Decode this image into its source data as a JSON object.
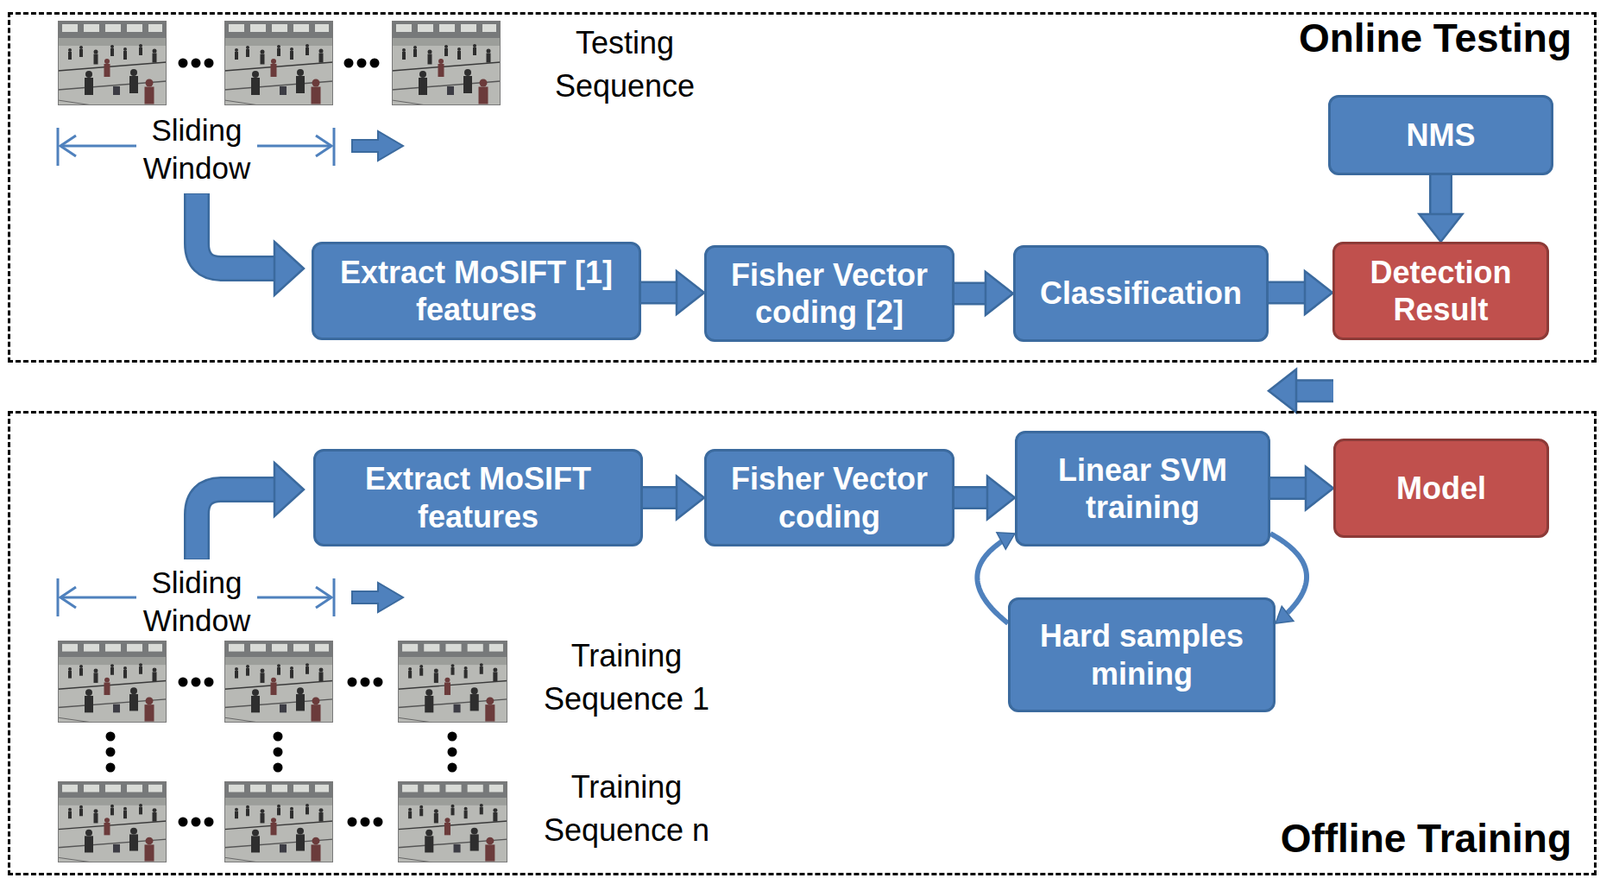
{
  "diagram": {
    "nodes": [
      {
        "text": [
          "Online Testing"
        ]
      },
      {
        "text": [
          "Extract MoSIFT [1] features"
        ],
        "in": 0
      },
      {
        "text": [
          "Fisher Vector coding [2]"
        ],
        "in": 0
      },
      {
        "text": [
          "Classification"
        ],
        "in": 0
      },
      {
        "text": [
          "NMS"
        ],
        "in": 0
      },
      {
        "text": [
          "Detection Result"
        ],
        "in": 0
      },
      {
        "text": [
          "Offline Training"
        ]
      },
      {
        "text": [
          "Extract MoSIFT features"
        ],
        "in": 6
      },
      {
        "text": [
          "Fisher Vector coding"
        ],
        "in": 6
      },
      {
        "text": [
          "Linear SVM training"
        ],
        "in": 6
      },
      {
        "text": [
          "Hard samples mining"
        ],
        "in": 6
      },
      {
        "text": [
          "Model"
        ],
        "in": 6
      }
    ],
    "edges": [
      {
        "from": 1,
        "to": 2,
        "arrow": "to"
      },
      {
        "from": 2,
        "to": 3,
        "arrow": "to"
      },
      {
        "from": 3,
        "to": 5,
        "arrow": "to"
      },
      {
        "from": 4,
        "to": 5,
        "arrow": "to"
      },
      {
        "from": 11,
        "to": 3,
        "arrow": "to"
      },
      {
        "from": 7,
        "to": 8,
        "arrow": "to"
      },
      {
        "from": 8,
        "to": 9,
        "arrow": "to"
      },
      {
        "from": 9,
        "to": 11,
        "arrow": "to"
      },
      {
        "from": 10,
        "to": 9,
        "arrow": "to"
      },
      {
        "from": 9,
        "to": 10,
        "arrow": "to"
      }
    ],
    "labels": [
      "Testing Sequence",
      "Sliding Window",
      "Sliding Window",
      "Training Sequence 1",
      "Training Sequence n"
    ]
  }
}
